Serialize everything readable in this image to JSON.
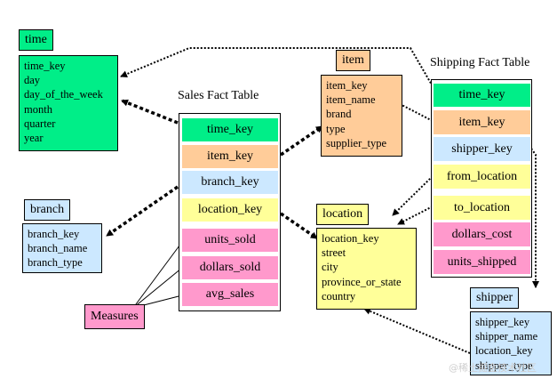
{
  "colors": {
    "time": "#00ee88",
    "item": "#ffcc99",
    "branch": "#cce8ff",
    "location": "#ffff99",
    "shipper": "#cce8ff",
    "measure": "#ff99cc"
  },
  "time": {
    "title": "time",
    "attrs": [
      "time_key",
      "day",
      "day_of_the_week",
      "month",
      "quarter",
      "year"
    ]
  },
  "item": {
    "title": "item",
    "attrs": [
      "item_key",
      "item_name",
      "brand",
      "type",
      "supplier_type"
    ]
  },
  "branch": {
    "title": "branch",
    "attrs": [
      "branch_key",
      "branch_name",
      "branch_type"
    ]
  },
  "location": {
    "title": "location",
    "attrs": [
      "location_key",
      "street",
      "city",
      "province_or_state",
      "country"
    ]
  },
  "shipper": {
    "title": "shipper",
    "attrs": [
      "shipper_key",
      "shipper_name",
      "location_key",
      "shipper_type"
    ]
  },
  "sales_fact": {
    "caption": "Sales Fact Table",
    "keys": [
      "time_key",
      "item_key",
      "branch_key",
      "location_key"
    ],
    "measures": [
      "units_sold",
      "dollars_sold",
      "avg_sales"
    ]
  },
  "shipping_fact": {
    "caption": "Shipping Fact Table",
    "keys": [
      "time_key",
      "item_key",
      "shipper_key",
      "from_location",
      "to_location"
    ],
    "measures": [
      "dollars_cost",
      "units_shipped"
    ]
  },
  "measures_label": "Measures",
  "watermark": "@稀土掘金技术社区"
}
